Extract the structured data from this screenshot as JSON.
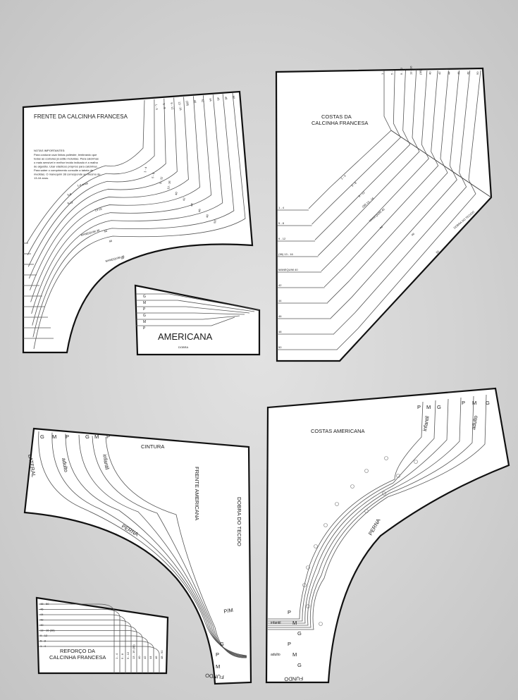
{
  "pieces": {
    "frente_francesa": {
      "title": "FRENTE DA CALCINHA FRANCESA",
      "notes_title": "NOTAS IMPORTANTES:",
      "notes_lines": [
        "Para costurar usar linhas poliéster, lembrando que",
        "todas as costuras já estão incluídas. Para calcinhas",
        "o mais sensível e melhor tecido indicado é a malha",
        "de algodão. Usar elásticos próprios para calcinhas.",
        "Para saber o comprimento consulte a tabela de",
        "medidas. O manequim 38 corresponde ao mesmo de",
        "13-16 anos."
      ],
      "top_sizes": [
        "1 - 4",
        "5 - 8",
        "9 - 12",
        "13 - 16",
        "(38)",
        "40",
        "42",
        "44",
        "46",
        "48",
        "50"
      ],
      "side_sizes": [
        "1 - 4",
        "5 - 8",
        "9 - 12",
        "13 - 16",
        "40",
        "42",
        "44",
        "46",
        "48",
        "50"
      ],
      "curve_labels": [
        "1-4 anos",
        "5-8",
        "9-12",
        "13-16",
        "MANEQUIM 38",
        "44",
        "46",
        "MANEQUIM 48",
        "50"
      ]
    },
    "costas_francesa": {
      "title_line1": "COSTAS DA",
      "title_line2": "CALCINHA FRANCESA",
      "top_sizes": [
        "1 - 4",
        "5 - 8",
        "9 - 12",
        "13 - 16",
        "(38)",
        "40",
        "42",
        "44",
        "46",
        "48",
        "50"
      ],
      "left_sizes": [
        "1 - 4",
        "5 - 8",
        "9 - 12",
        "(38) 13 - 16",
        "MANEQUIM 40",
        "42",
        "44",
        "46",
        "48",
        "50"
      ],
      "diag_labels": [
        "1 - 4",
        "5 - 8",
        "9 - 12",
        "(38) 13 - 16",
        "MANEQUIM 40",
        "44",
        "46",
        "50"
      ],
      "fold_label": "DOBRA DO TECIDO"
    },
    "americana_small": {
      "title": "AMERICANA",
      "fold": "DOBRA",
      "sizes": [
        "G",
        "M",
        "P",
        "G",
        "M",
        "P"
      ]
    },
    "frente_americana": {
      "title": "FRENTE AMERICANA",
      "cintura": "CINTURA",
      "lateral": "LATERAL",
      "perna": "PERNA",
      "dobra": "DOBRA DO TECIDO",
      "fundo": "FUNDO",
      "adulto": "adulto",
      "infantil": "infantil",
      "top_sizes": [
        "G",
        "M",
        "P",
        "G",
        "M",
        "P"
      ],
      "pm": "P/M",
      "bottom_sizes": [
        "G",
        "P",
        "M"
      ]
    },
    "costas_americana": {
      "title": "COSTAS AMERICANA",
      "perna": "PERNA",
      "fundo": "FUNDO",
      "top_sizes": [
        "P",
        "M",
        "G",
        "P",
        "M",
        "G"
      ],
      "infantil": "infantil",
      "adulto": "adulto",
      "bottom_left": [
        {
          "label": "",
          "size": "P"
        },
        {
          "label": "infantil",
          "size": "M"
        },
        {
          "label": "",
          "size": "G"
        },
        {
          "label": "",
          "size": "P"
        },
        {
          "label": "adulto",
          "size": "M"
        },
        {
          "label": "",
          "size": "G"
        }
      ]
    },
    "reforco": {
      "title_line1": "REFORÇO DA",
      "title_line2": "CALCINHA FRANCESA",
      "sizes": [
        "48 - 50",
        "46",
        "44",
        "42",
        "40",
        "13 - 16 (38)",
        "9 - 12",
        "5 - 8",
        "1 - 4"
      ],
      "right_sizes": [
        "1 - 4",
        "5 - 8",
        "9 - 12",
        "13 - 16 (38)",
        "40",
        "42",
        "44",
        "46",
        "48 - 50"
      ]
    }
  }
}
